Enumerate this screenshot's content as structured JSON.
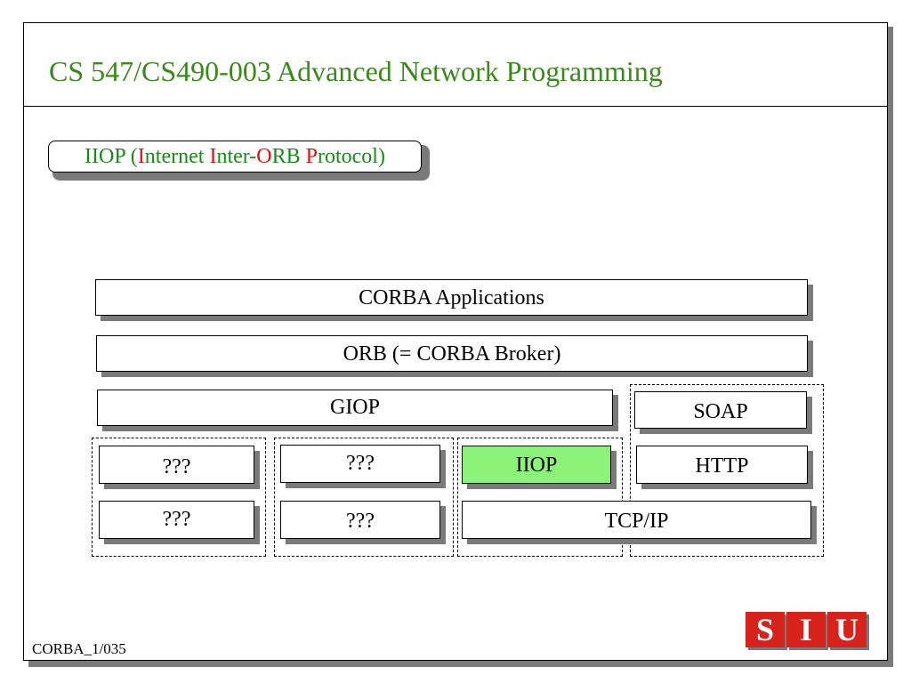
{
  "slide": {
    "title": "CS 547/CS490-003 Advanced Network Programming",
    "footer": "CORBA_1/035"
  },
  "heading": {
    "p1": "IIOP (",
    "p2": "I",
    "p3": "nternet ",
    "p4": "I",
    "p5": "nter-",
    "p6": "O",
    "p7": "RB ",
    "p8": "P",
    "p9": "rotocol)"
  },
  "stack": {
    "corba_apps": "CORBA Applications",
    "orb": "ORB (= CORBA Broker)",
    "giop": "GIOP",
    "soap": "SOAP",
    "unknown_1a": "???",
    "unknown_1b": "???",
    "unknown_2a": "???",
    "unknown_2b": "???",
    "iiop": "IIOP",
    "http": "HTTP",
    "tcpip": "TCP/IP"
  },
  "logo": {
    "letters": [
      "S",
      "I",
      "U"
    ]
  },
  "colors": {
    "title": "#3a8a1a",
    "highlight_green": "#1a8a1a",
    "highlight_red": "#e01010",
    "iiop_fill": "#8cf27a",
    "logo_red": "#d8221c"
  }
}
